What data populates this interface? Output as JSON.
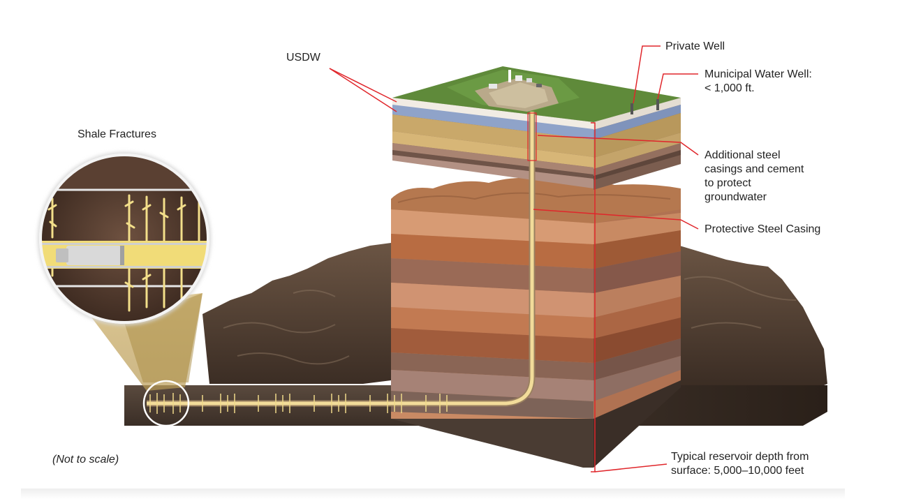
{
  "labels": {
    "usdw": "USDW",
    "private_well": "Private Well",
    "municipal_well": "Municipal Water Well:\n< 1,000 ft.",
    "shale_fractures": "Shale Fractures",
    "additional_casings": "Additional steel\ncasings and cement\nto protect\ngroundwater",
    "protective_casing": "Protective Steel Casing",
    "not_to_scale": "(Not to scale)",
    "reservoir_depth": "Typical reservoir depth from\nsurface: 5,000–10,000 feet"
  },
  "colors": {
    "leader_line": "#e0262b",
    "grass": "#5f8a3a",
    "usdw_layer": "#8fa3c9",
    "sand_layer": "#c9a86a",
    "casing": "#f2dc9a",
    "fracture": "#f0d98a",
    "rock_dark": "#4a3a2e"
  }
}
